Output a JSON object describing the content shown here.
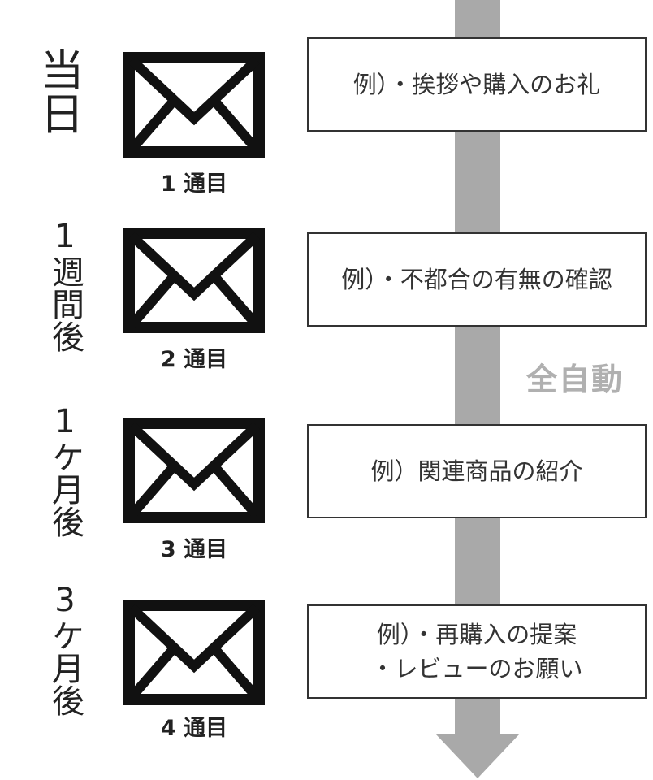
{
  "arrow_color": "#a9a9a9",
  "auto_label": "全自動",
  "steps": [
    {
      "time": "当日",
      "mail": "1 通目",
      "lines": [
        "例）・挨拶や購入のお礼"
      ]
    },
    {
      "time": "1週間後",
      "mail": "2 通目",
      "lines": [
        "例）・不都合の有無の確認"
      ]
    },
    {
      "time": "1ケ月後",
      "mail": "3 通目",
      "lines": [
        "例）関連商品の紹介"
      ]
    },
    {
      "time": "3ケ月後",
      "mail": "4 通目",
      "lines": [
        "例）・再購入の提案",
        "・レビューのお願い"
      ]
    }
  ],
  "icon": "envelope-icon"
}
